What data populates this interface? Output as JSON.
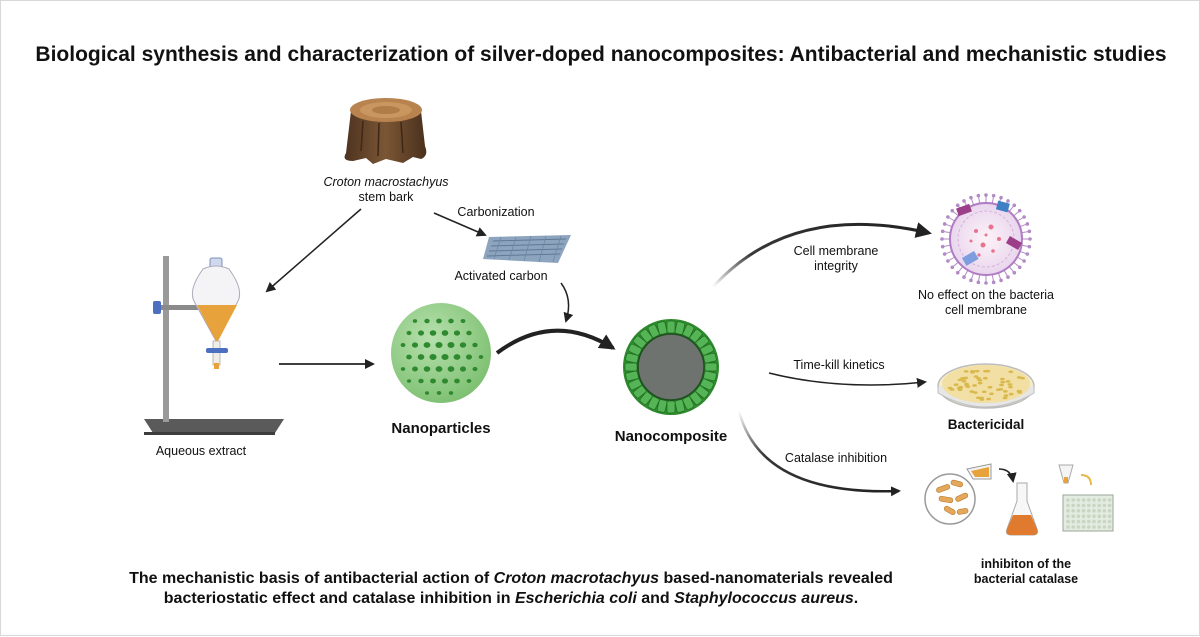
{
  "title": "Biological synthesis and characterization of silver-doped nanocomposites: Antibacterial and mechanistic studies",
  "labels": {
    "source_line1": "Croton macrostachyus",
    "source_line2": "stem bark",
    "carbonization": "Carbonization",
    "activated_carbon": "Activated carbon",
    "aqueous_extract": "Aqueous extract",
    "nanoparticles": "Nanoparticles",
    "nanocomposite": "Nanocomposite",
    "cell_membrane_line1": "Cell membrane",
    "cell_membrane_line2": "integrity",
    "time_kill": "Time-kill kinetics",
    "catalase": "Catalase inhibition",
    "no_effect_line1": "No effect on the bacteria",
    "no_effect_line2": "cell  membrane",
    "bactericidal": "Bactericidal",
    "inhibition_line1": "inhibiton of the",
    "inhibition_line2": "bacterial catalase"
  },
  "footer": {
    "p1": "The mechanistic basis of antibacterial action of ",
    "p2": "Croton macrotachyus",
    "p3": " based-nanomaterials revealed",
    "p4": "bacteriostatic effect and catalase inhibition in ",
    "p5": "Escherichia coli",
    "p6": " and ",
    "p7": "Staphylococcus aureus",
    "p8": "."
  },
  "colors": {
    "nanoparticle_green": "#3a8f3a",
    "composite_green": "#2e8b2e",
    "composite_core": "#6e7370",
    "extract_orange": "#e8a23c",
    "bark_brown": "#6b4a2e"
  },
  "icons": [
    "tree-stump-icon",
    "activated-carbon-sheet-icon",
    "separatory-funnel-stand-icon",
    "nanoparticle-sphere-icon",
    "nanocomposite-icon",
    "bacteria-cell-icon",
    "petri-dish-icon",
    "catalase-assay-icon"
  ]
}
